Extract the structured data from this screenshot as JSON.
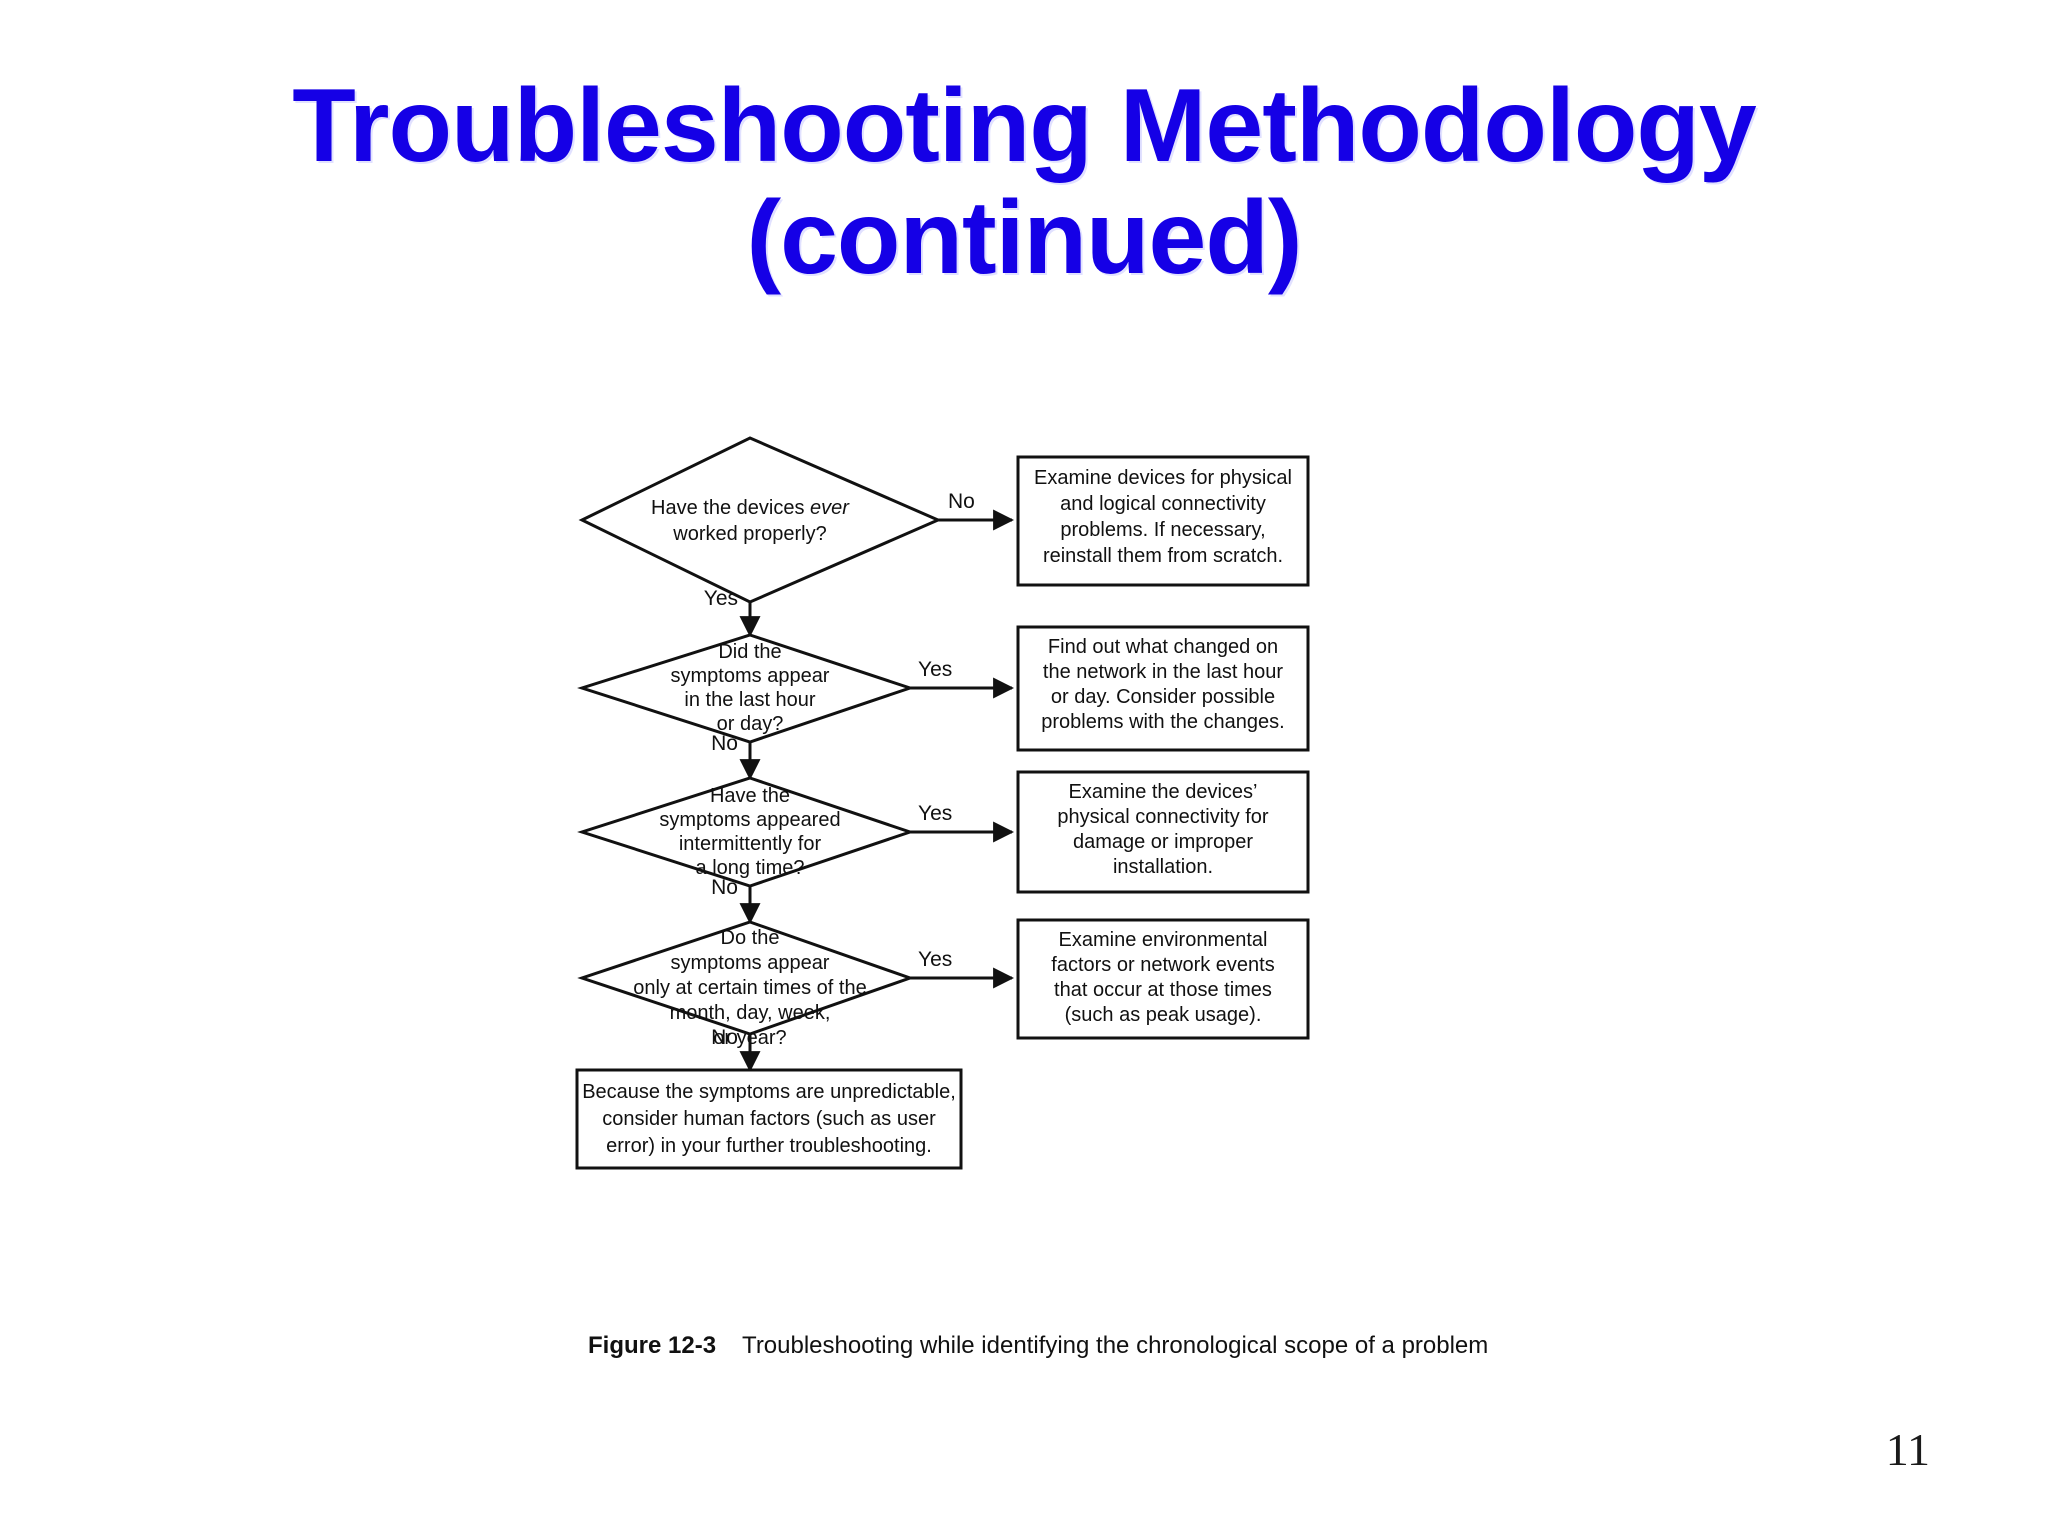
{
  "slide": {
    "title_line_1": "Troubleshooting Methodology",
    "title_line_2": "(continued)",
    "title_color": "#1500E6",
    "page_number": "11"
  },
  "figure": {
    "caption_label": "Figure 12-3",
    "caption_text": "Troubleshooting while identifying the chronological scope of a problem",
    "stroke_color": "#111111",
    "fill_color": "#ffffff"
  },
  "flow": {
    "decisions": [
      {
        "id": "d1",
        "lines": [
          "Have the devices ever",
          "worked properly?"
        ],
        "italic_word": "ever",
        "yes_label": "Yes",
        "no_label": "No",
        "branch_side_label": "No",
        "down_label": "Yes"
      },
      {
        "id": "d2",
        "lines": [
          "Did the",
          "symptoms appear",
          "in the last hour",
          "or day?"
        ],
        "branch_side_label": "Yes",
        "down_label": "No"
      },
      {
        "id": "d3",
        "lines": [
          "Have the",
          "symptoms appeared",
          "intermittently for",
          "a long time?"
        ],
        "branch_side_label": "Yes",
        "down_label": "No"
      },
      {
        "id": "d4",
        "lines": [
          "Do the",
          "symptoms appear",
          "only at certain times of the",
          "month, day, week,",
          "or year?"
        ],
        "branch_side_label": "Yes",
        "down_label": "No"
      }
    ],
    "actions": [
      {
        "id": "a1",
        "lines": [
          "Examine devices for physical",
          "and logical connectivity",
          "problems. If necessary,",
          "reinstall them from scratch."
        ]
      },
      {
        "id": "a2",
        "lines": [
          "Find out what changed on",
          "the network in the last hour",
          "or day. Consider possible",
          "problems with the changes."
        ]
      },
      {
        "id": "a3",
        "lines": [
          "Examine the devices’",
          "physical connectivity for",
          "damage or improper",
          "installation."
        ]
      },
      {
        "id": "a4",
        "lines": [
          "Examine environmental",
          "factors or network events",
          "that occur at those times",
          "(such as peak usage)."
        ]
      }
    ],
    "terminal": {
      "id": "t1",
      "lines": [
        "Because the symptoms are unpredictable,",
        "consider human factors (such as user",
        "error) in your further troubleshooting."
      ]
    }
  }
}
